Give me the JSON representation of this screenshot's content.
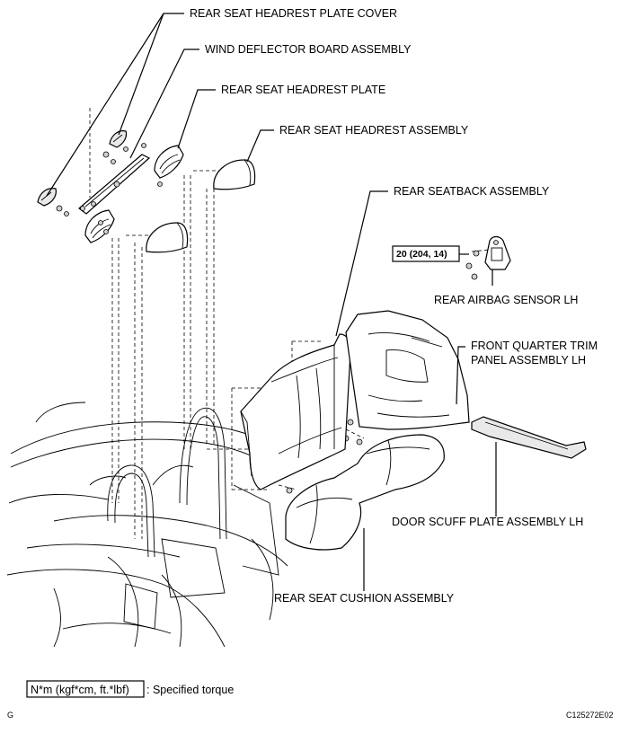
{
  "labels": {
    "plate_cover": "REAR SEAT HEADREST PLATE COVER",
    "wind_deflector": "WIND DEFLECTOR BOARD ASSEMBLY",
    "headrest_plate": "REAR SEAT HEADREST PLATE",
    "headrest_assembly": "REAR SEAT HEADREST ASSEMBLY",
    "seatback": "REAR SEATBACK ASSEMBLY",
    "airbag_sensor": "REAR AIRBAG SENSOR LH",
    "quarter_trim_line1": "FRONT QUARTER TRIM",
    "quarter_trim_line2": "PANEL ASSEMBLY LH",
    "scuff_plate": "DOOR SCUFF PLATE ASSEMBLY LH",
    "cushion": "REAR SEAT CUSHION ASSEMBLY"
  },
  "torque_value": "20 (204, 14)",
  "legend": {
    "box_text": "N*m (kgf*cm, ft.*lbf)",
    "description": ": Specified torque"
  },
  "footer": {
    "left_mark": "G",
    "figure_code": "C125272E02"
  }
}
